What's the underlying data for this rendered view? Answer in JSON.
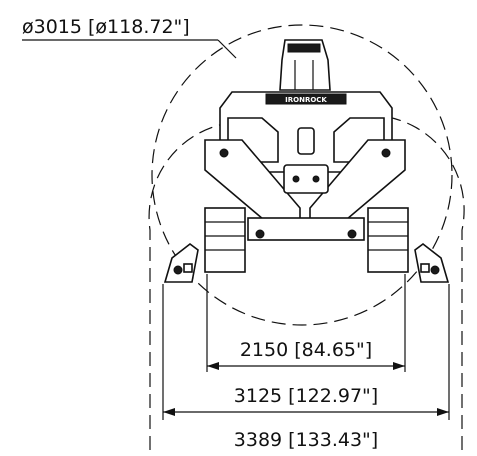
{
  "dimensions": {
    "swing_diameter": "ø3015 [ø118.72\"]",
    "track_width": "2150 [84.65\"]",
    "outrigger_width": "3125 [122.97\"]",
    "overall_width": "3389 [133.43\"]"
  },
  "machine": {
    "brand_plate": "IRONROCK"
  },
  "colors": {
    "line": "#111111",
    "background": "#ffffff"
  }
}
